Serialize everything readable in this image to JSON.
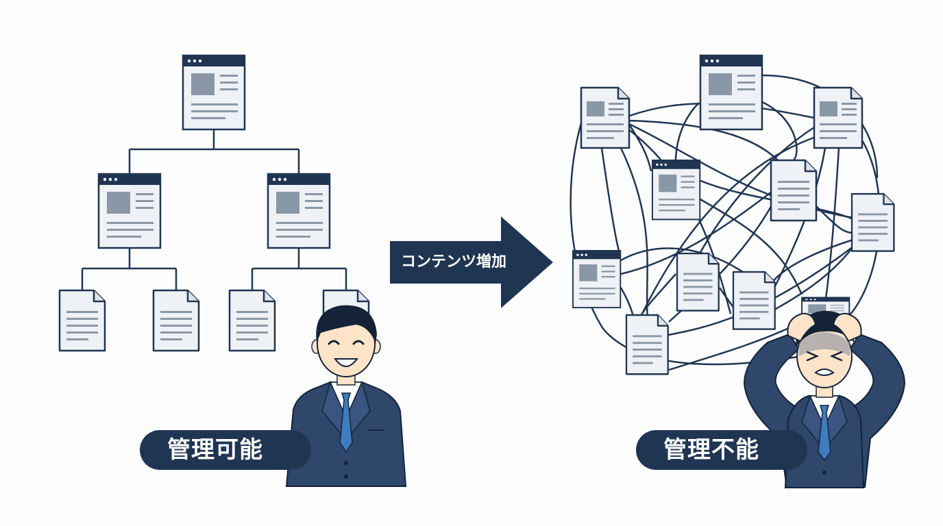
{
  "arrow": {
    "label": "コンテンツ増加"
  },
  "left_panel": {
    "status_label": "管理可能"
  },
  "right_panel": {
    "status_label": "管理不能"
  },
  "colors": {
    "navy": "#1f3552",
    "page_fill": "#eef1f5",
    "placeholder": "#8a97a6",
    "suit": "#2f476b",
    "tie": "#3f7bbf",
    "skin": "#fde3c8",
    "hair": "#142338"
  }
}
